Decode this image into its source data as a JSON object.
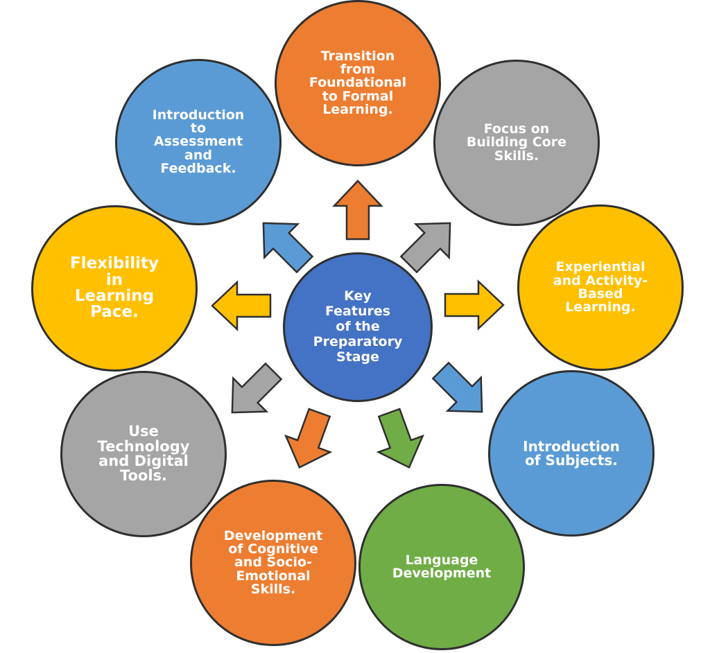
{
  "colors": {
    "orange": "#ED7D31",
    "gray": "#A5A5A5",
    "yellow": "#FFC000",
    "blue": "#5B9BD5",
    "green": "#70AD47",
    "hub": "#4472C4",
    "outline": "#2f2f2f"
  },
  "hub": {
    "label": "Key\nFeatures\nof the\nPreparatory\nStage"
  },
  "nodes": [
    {
      "id": "transition-formal-learning",
      "label": "Transition\nfrom\nFoundational\nto Formal\nLearning.",
      "color": "orange"
    },
    {
      "id": "core-skills",
      "label": "Focus on\nBuilding Core\nSkills.",
      "color": "gray"
    },
    {
      "id": "experiential-learning",
      "label": "Experiential\nand Activity-\nBased\nLearning.",
      "color": "yellow"
    },
    {
      "id": "introduction-subjects",
      "label": "Introduction\nof Subjects.",
      "color": "blue"
    },
    {
      "id": "language-development",
      "label": "Language\nDevelopment",
      "color": "green"
    },
    {
      "id": "cognitive-socio-emotional",
      "label": "Development\nof Cognitive\nand Socio-\nEmotional\nSkills.",
      "color": "orange"
    },
    {
      "id": "technology-digital-tools",
      "label": "Use\nTechnology\nand Digital\nTools.",
      "color": "gray"
    },
    {
      "id": "flexibility-pace",
      "label": "Flexibility\nin\nLearning\nPace.",
      "color": "yellow"
    },
    {
      "id": "assessment-feedback",
      "label": "Introduction\nto\nAssessment\nand\nFeedback.",
      "color": "blue"
    }
  ]
}
